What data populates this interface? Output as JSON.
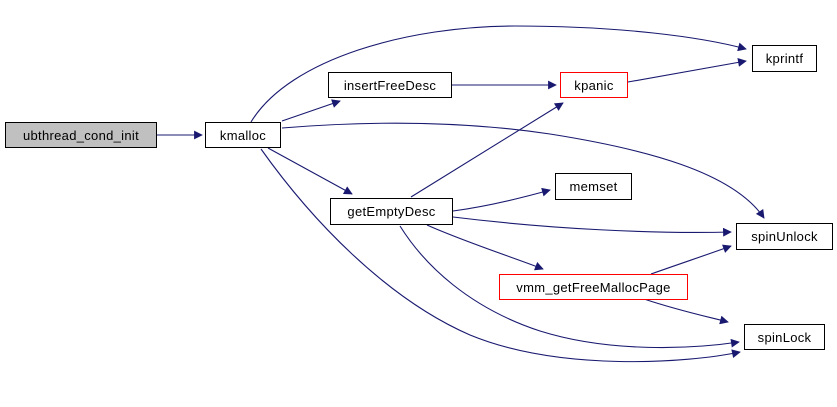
{
  "diagram": {
    "kind": "call-graph",
    "background_color": "#ffffff",
    "edge_color": "#191970",
    "default_border_color": "#000000",
    "highlight_border_color": "#ff0000",
    "root_fill_color": "#c0c0c0",
    "node_fill_color": "#ffffff",
    "nodes": {
      "ubthread_cond_init": {
        "label": "ubthread_cond_init",
        "fill": "#c0c0c0",
        "border": "#000000",
        "role": "root"
      },
      "kmalloc": {
        "label": "kmalloc",
        "fill": "#ffffff",
        "border": "#000000",
        "role": "call"
      },
      "insertFreeDesc": {
        "label": "insertFreeDesc",
        "fill": "#ffffff",
        "border": "#000000",
        "role": "call"
      },
      "kpanic": {
        "label": "kpanic",
        "fill": "#ffffff",
        "border": "#ff0000",
        "role": "call-truncated"
      },
      "kprintf": {
        "label": "kprintf",
        "fill": "#ffffff",
        "border": "#000000",
        "role": "call"
      },
      "getEmptyDesc": {
        "label": "getEmptyDesc",
        "fill": "#ffffff",
        "border": "#000000",
        "role": "call"
      },
      "memset": {
        "label": "memset",
        "fill": "#ffffff",
        "border": "#000000",
        "role": "call"
      },
      "spinUnlock": {
        "label": "spinUnlock",
        "fill": "#ffffff",
        "border": "#000000",
        "role": "call"
      },
      "vmm_getFreeMallocPage": {
        "label": "vmm_getFreeMallocPage",
        "fill": "#ffffff",
        "border": "#ff0000",
        "role": "call-truncated"
      },
      "spinLock": {
        "label": "spinLock",
        "fill": "#ffffff",
        "border": "#000000",
        "role": "call"
      }
    },
    "edges": [
      {
        "from": "ubthread_cond_init",
        "to": "kmalloc"
      },
      {
        "from": "kmalloc",
        "to": "insertFreeDesc"
      },
      {
        "from": "kmalloc",
        "to": "kprintf"
      },
      {
        "from": "kmalloc",
        "to": "getEmptyDesc"
      },
      {
        "from": "kmalloc",
        "to": "spinUnlock"
      },
      {
        "from": "kmalloc",
        "to": "spinLock"
      },
      {
        "from": "insertFreeDesc",
        "to": "kpanic"
      },
      {
        "from": "kpanic",
        "to": "kprintf"
      },
      {
        "from": "getEmptyDesc",
        "to": "kpanic"
      },
      {
        "from": "getEmptyDesc",
        "to": "memset"
      },
      {
        "from": "getEmptyDesc",
        "to": "spinUnlock"
      },
      {
        "from": "getEmptyDesc",
        "to": "vmm_getFreeMallocPage"
      },
      {
        "from": "getEmptyDesc",
        "to": "spinLock"
      },
      {
        "from": "vmm_getFreeMallocPage",
        "to": "spinUnlock"
      },
      {
        "from": "vmm_getFreeMallocPage",
        "to": "spinLock"
      }
    ]
  }
}
